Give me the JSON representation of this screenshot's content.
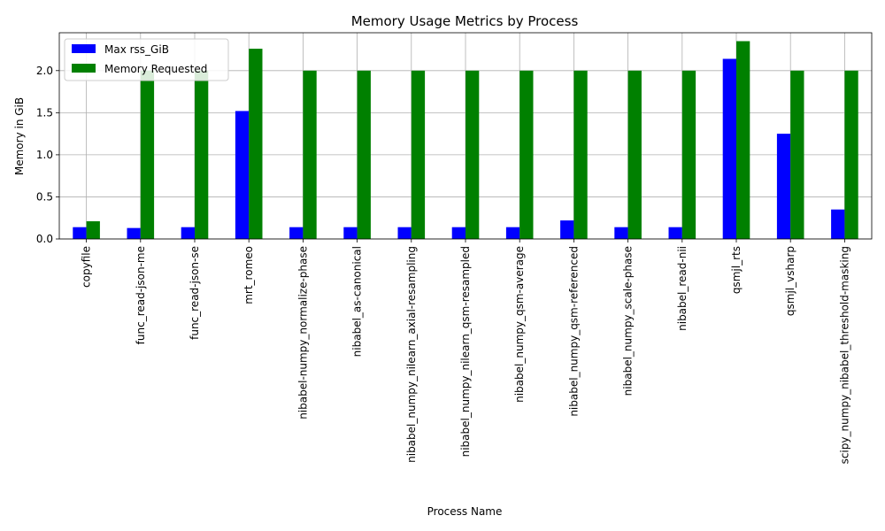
{
  "chart_data": {
    "type": "bar",
    "title": "Memory Usage Metrics by Process",
    "xlabel": "Process Name",
    "ylabel": "Memory in GiB",
    "ylim": [
      0,
      2.45
    ],
    "yticks": [
      "0.0",
      "0.5",
      "1.0",
      "1.5",
      "2.0"
    ],
    "grid": true,
    "legend_position": "top-left",
    "categories": [
      "copyfile",
      "func_read-json-me",
      "func_read-json-se",
      "mrt_romeo",
      "nibabel-numpy_normalize-phase",
      "nibabel_as-canonical",
      "nibabel_numpy_nilearn_axial-resampling",
      "nibabel_numpy_nilearn_qsm-resampled",
      "nibabel_numpy_qsm-average",
      "nibabel_numpy_qsm-referenced",
      "nibabel_numpy_scale-phase",
      "nibabel_read-nii",
      "qsmjl_rts",
      "qsmjl_vsharp",
      "scipy_numpy_nibabel_threshold-masking"
    ],
    "series": [
      {
        "name": "Max rss_GiB",
        "color": "#0000ff",
        "values": [
          0.14,
          0.13,
          0.14,
          1.52,
          0.14,
          0.14,
          0.14,
          0.14,
          0.14,
          0.22,
          0.14,
          0.14,
          2.14,
          1.25,
          0.35
        ]
      },
      {
        "name": "Memory Requested",
        "color": "#008000",
        "values": [
          0.21,
          2.0,
          2.0,
          2.26,
          2.0,
          2.0,
          2.0,
          2.0,
          2.0,
          2.0,
          2.0,
          2.0,
          2.35,
          2.0,
          2.0
        ]
      }
    ]
  }
}
